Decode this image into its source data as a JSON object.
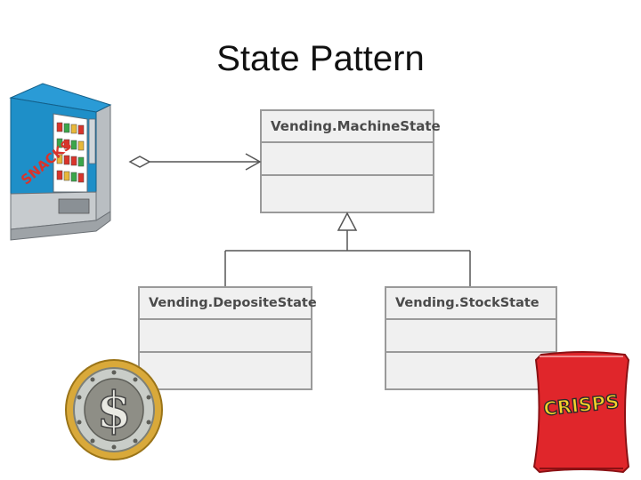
{
  "slide": {
    "title": "State Pattern"
  },
  "diagram": {
    "classes": {
      "machine": {
        "name": "Vending.MachineState"
      },
      "deposit": {
        "name": "Vending.DepositeState"
      },
      "stock": {
        "name": "Vending.StockState"
      }
    },
    "relations": [
      {
        "type": "aggregation",
        "from": "vending-machine-image",
        "to": "Vending.MachineState"
      },
      {
        "type": "inheritance",
        "from": [
          "Vending.DepositeState",
          "Vending.StockState"
        ],
        "to": "Vending.MachineState"
      }
    ]
  },
  "images": {
    "machine": {
      "icon": "vending-machine-icon",
      "sign_text": "SNACKS"
    },
    "coin": {
      "icon": "dollar-coin-icon",
      "symbol": "$"
    },
    "chips": {
      "icon": "crisps-bag-icon",
      "label": "CRISPS"
    }
  },
  "colors": {
    "class_fill": "#f0f0f0",
    "class_border": "#9a9a9a",
    "connector": "#555555",
    "machine_body": "#1e8fc8",
    "coin_gold": "#d9a93a",
    "chips_red": "#e0262b",
    "chips_yellow": "#f5d22a"
  }
}
